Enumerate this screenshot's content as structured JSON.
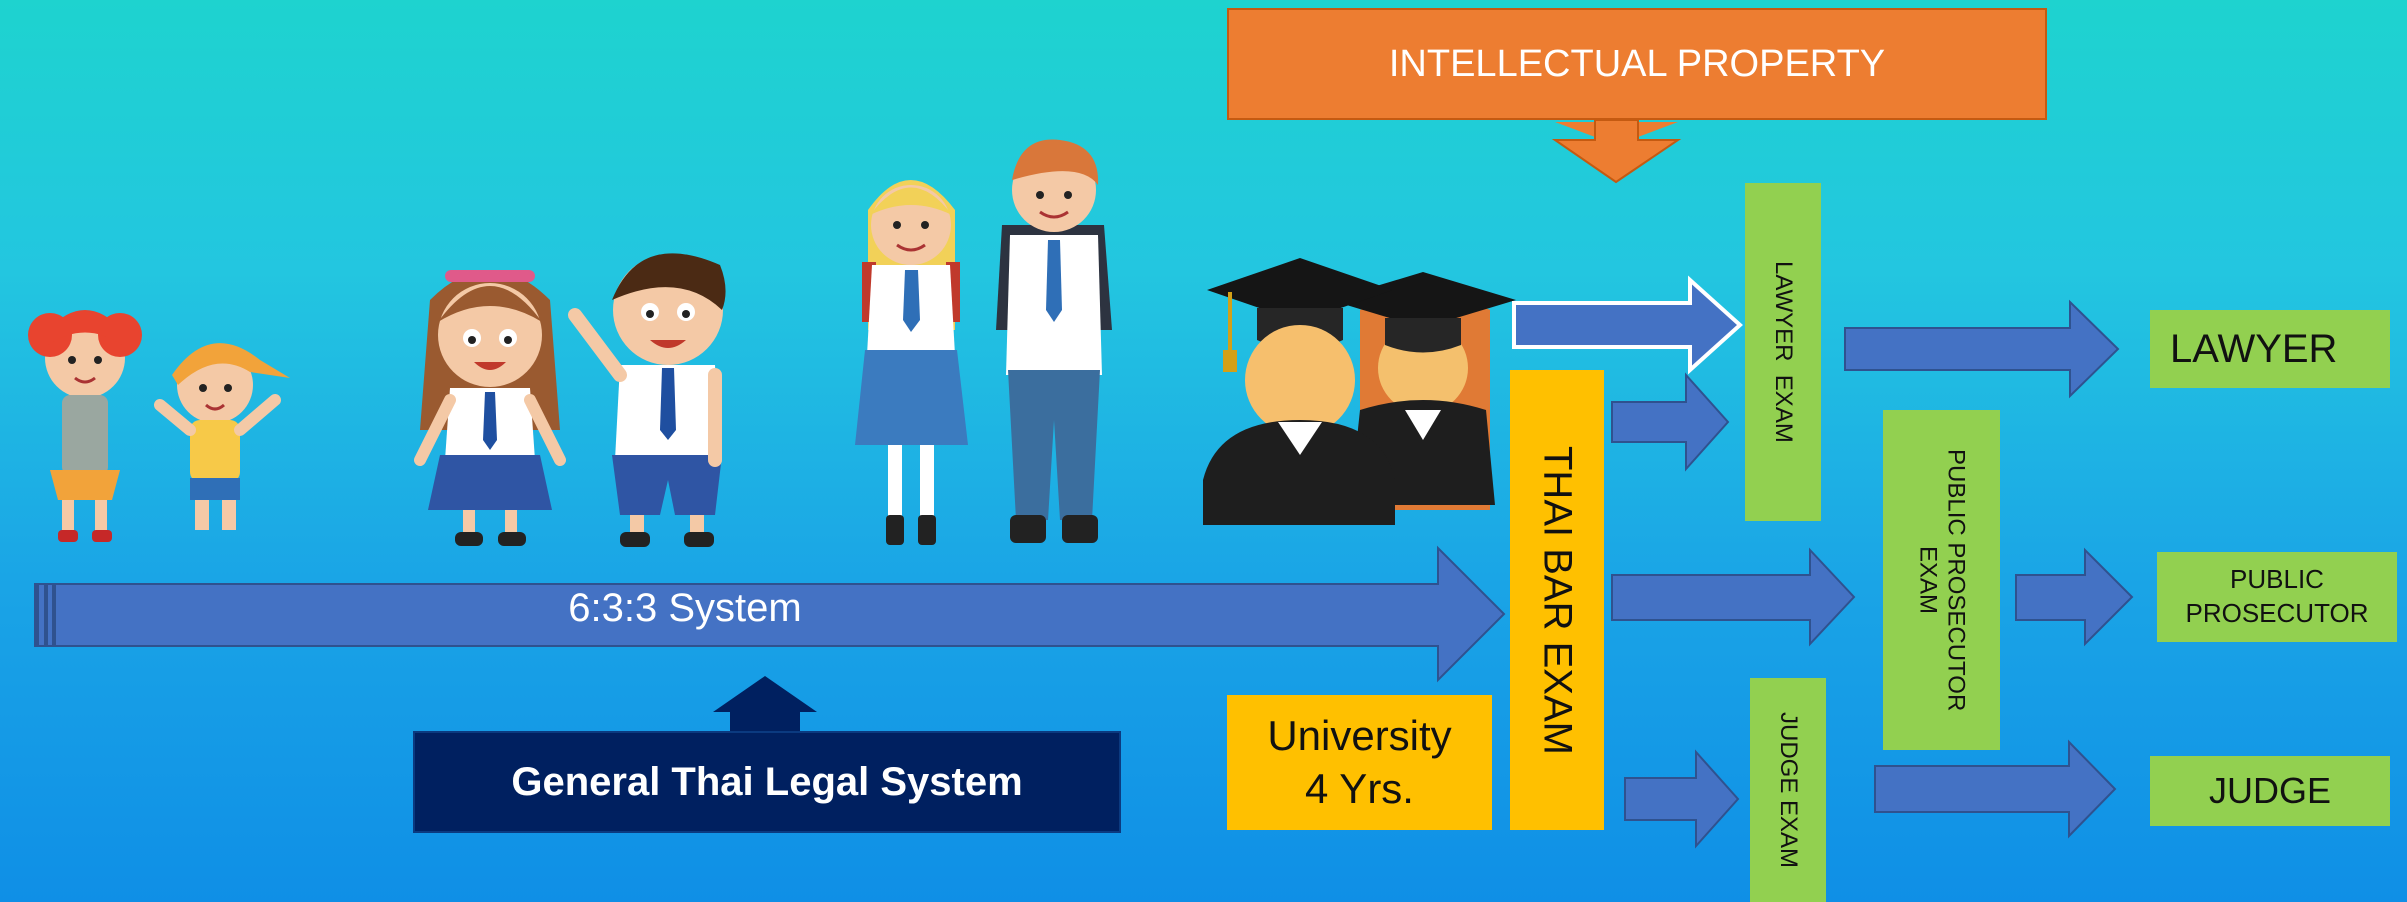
{
  "title_box": {
    "label": "INTELLECTUAL PROPERTY",
    "color": "#ed7d31"
  },
  "system_arrow": {
    "label": "6:3:3 System",
    "color": "#4472c4"
  },
  "general_box": {
    "label": "General Thai Legal System",
    "color": "#002060"
  },
  "university_box": {
    "line1": "University",
    "line2": "4 Yrs.",
    "color": "#ffc000"
  },
  "bar_exam": {
    "label": "THAI BAR EXAM",
    "color": "#ffc000"
  },
  "exams": {
    "lawyer": "LAWYER  EXAM",
    "prosecutor": "PUBLIC PROSECUTOR EXAM",
    "judge": "JUDGE EXAM",
    "color": "#92d050"
  },
  "careers": {
    "lawyer": "LAWYER",
    "prosecutor_line1": "PUBLIC",
    "prosecutor_line2": "PROSECUTOR",
    "judge": "JUDGE"
  },
  "icons": [
    "toddlers-illustration",
    "primary-students-illustration",
    "secondary-students-illustration",
    "graduates-icon"
  ]
}
